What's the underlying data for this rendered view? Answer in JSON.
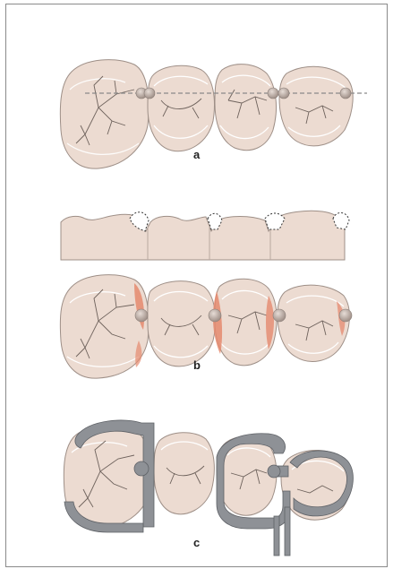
{
  "panels": [
    {
      "label": "a"
    },
    {
      "label": "b"
    },
    {
      "label": "c"
    }
  ],
  "colors": {
    "tooth_fill": "#ecdbd1",
    "tooth_stroke": "#9e8f87",
    "enamel_line": "#ffffff",
    "fissure": "#6e625c",
    "contact_ball": "#bcaea6",
    "wear_facet": "#e58a6f",
    "clasp_metal": "#8e9196",
    "frame_border": "#8a8a8a",
    "guide_line": "#8a8a8a"
  }
}
